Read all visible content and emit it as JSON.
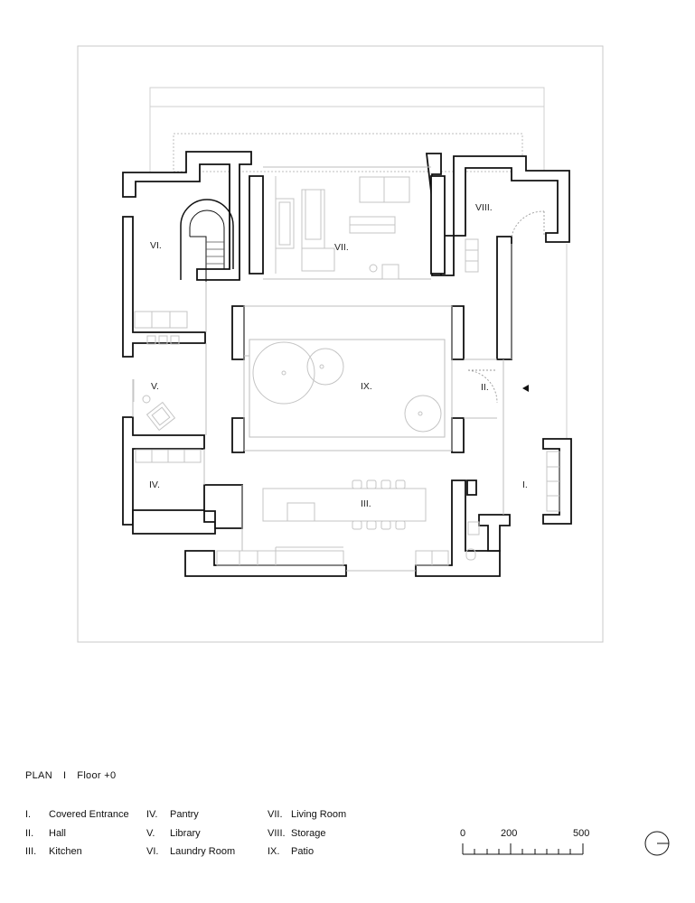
{
  "title": {
    "plan": "PLAN",
    "separator": "I",
    "floor": "Floor +0"
  },
  "rooms": [
    {
      "num": "I.",
      "name": "Covered Entrance"
    },
    {
      "num": "II.",
      "name": "Hall"
    },
    {
      "num": "III.",
      "name": "Kitchen"
    },
    {
      "num": "IV.",
      "name": "Pantry"
    },
    {
      "num": "V.",
      "name": "Library"
    },
    {
      "num": "VI.",
      "name": "Laundry Room"
    },
    {
      "num": "VII.",
      "name": "Living Room"
    },
    {
      "num": "VIII.",
      "name": "Storage"
    },
    {
      "num": "IX.",
      "name": "Patio"
    }
  ],
  "scale": {
    "labels": [
      "0",
      "200",
      "500"
    ]
  }
}
